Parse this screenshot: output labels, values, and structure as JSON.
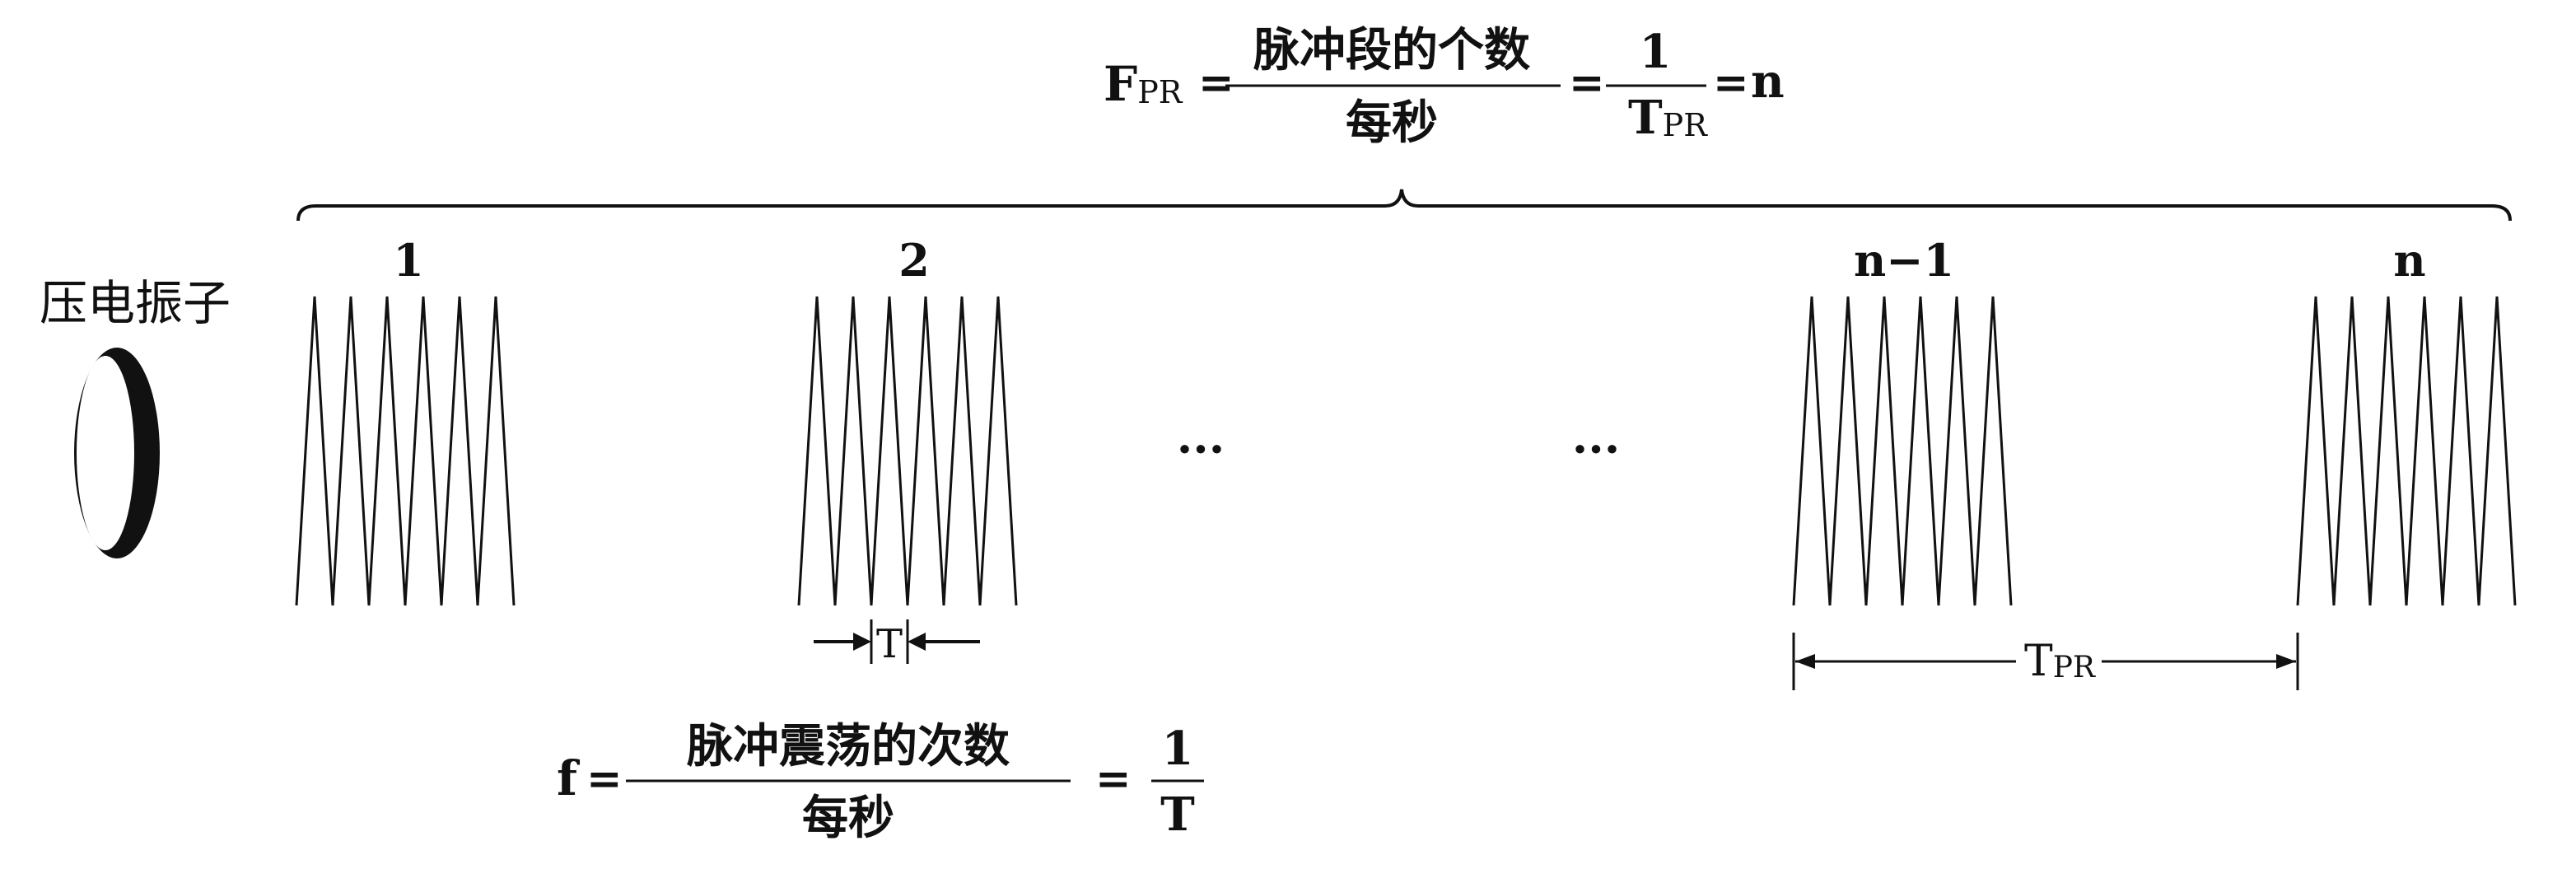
{
  "formula_top": {
    "lhs_main": "F",
    "lhs_sub": "PR",
    "equals_1": "=",
    "numerator": "脉冲段的个数",
    "denominator": "每秒",
    "equals_2": "=",
    "frac2_num": "1",
    "frac2_den_main": "T",
    "frac2_den_sub": "PR",
    "equals_3": "=",
    "result": "n"
  },
  "transducer_label": "压电振子",
  "groups": [
    {
      "label": "1"
    },
    {
      "label": "2"
    },
    {
      "label": "n−1"
    },
    {
      "label": "n"
    }
  ],
  "ellipsis_left": "···",
  "ellipsis_right": "···",
  "period_marker": {
    "label": "T"
  },
  "pr_interval": {
    "main": "T",
    "sub": "PR"
  },
  "formula_bottom": {
    "lhs": "f",
    "equals_1": "=",
    "numerator": "脉冲震荡的次数",
    "denominator": "每秒",
    "equals_2": "=",
    "frac2_num": "1",
    "frac2_den": "T"
  },
  "colors": {
    "ink": "#111111",
    "background": "#ffffff"
  }
}
